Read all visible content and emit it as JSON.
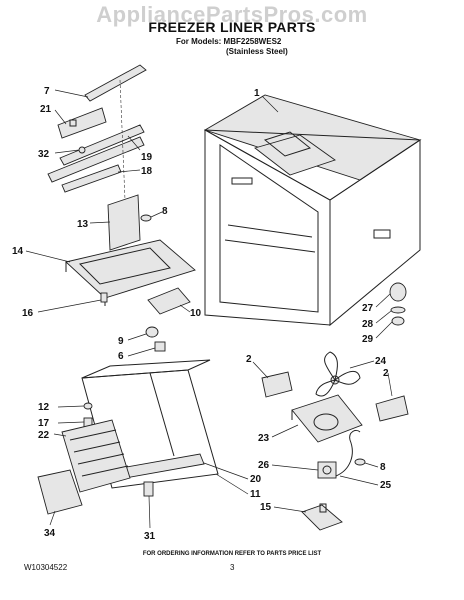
{
  "watermark": "AppliancePartsPros.com",
  "title": "FREEZER LINER PARTS",
  "models_line": "For Models: MBF2258WES2",
  "finish_line": "(Stainless Steel)",
  "footer_note": "FOR ORDERING INFORMATION REFER TO PARTS PRICE LIST",
  "doc_number": "W10304522",
  "page_number": "3",
  "callouts": {
    "c1": "1",
    "c7": "7",
    "c21": "21",
    "c32": "32",
    "c19": "19",
    "c18": "18",
    "c13": "13",
    "c8a": "8",
    "c14": "14",
    "c16": "16",
    "c10": "10",
    "c9": "9",
    "c6": "6",
    "c27": "27",
    "c28": "28",
    "c29": "29",
    "c2a": "2",
    "c24": "24",
    "c2b": "2",
    "c12": "12",
    "c17": "17",
    "c22": "22",
    "c23": "23",
    "c26": "26",
    "c8b": "8",
    "c25": "25",
    "c20": "20",
    "c11": "11",
    "c15": "15",
    "c34": "34",
    "c31": "31"
  }
}
